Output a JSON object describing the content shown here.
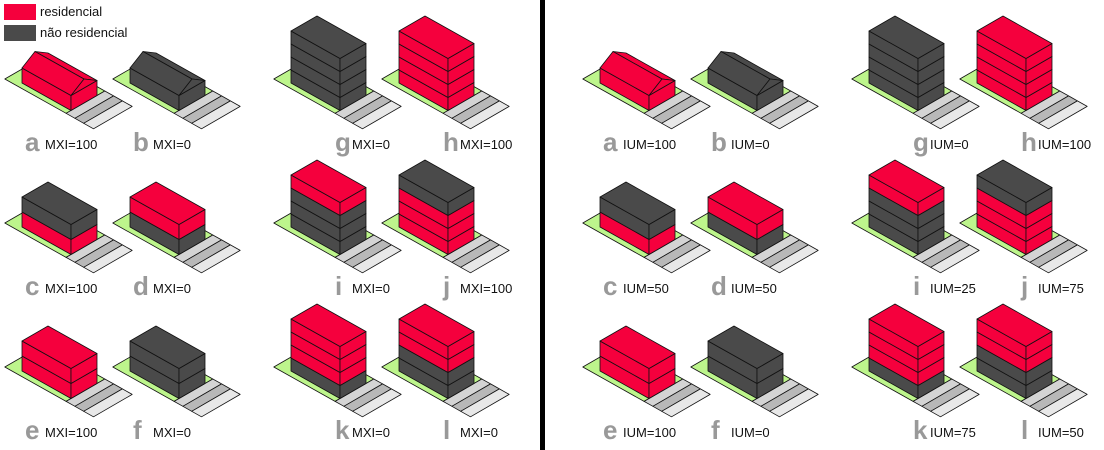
{
  "legend": [
    {
      "label": "residencial",
      "color": "#f5003d"
    },
    {
      "label": "não residencial",
      "color": "#4a4a4a"
    }
  ],
  "colors": {
    "residencial": "#f5003d",
    "nao_residencial": "#4a4a4a",
    "lot": "#bdf58c",
    "sidewalk": [
      "#d4d4d4",
      "#b8b8b8",
      "#e8e8e8"
    ],
    "outline": "#111111"
  },
  "panels": [
    {
      "buildings": [
        {
          "letter": "a",
          "label": "MXI=100",
          "floors": [
            "r"
          ],
          "roof": "gable"
        },
        {
          "letter": "b",
          "label": "MXI=0",
          "floors": [
            "n"
          ],
          "roof": "gable"
        },
        {
          "letter": "g",
          "label": "MXI=0",
          "floors": [
            "n",
            "n",
            "n",
            "n"
          ],
          "roof": "flat"
        },
        {
          "letter": "h",
          "label": "MXI=100",
          "floors": [
            "r",
            "r",
            "r",
            "r"
          ],
          "roof": "flat"
        },
        {
          "letter": "c",
          "label": "MXI=100",
          "floors": [
            "r",
            "n"
          ],
          "roof": "flat"
        },
        {
          "letter": "d",
          "label": "MXI=0",
          "floors": [
            "n",
            "r"
          ],
          "roof": "flat"
        },
        {
          "letter": "i",
          "label": "MXI=0",
          "floors": [
            "n",
            "n",
            "n",
            "r"
          ],
          "roof": "flat"
        },
        {
          "letter": "j",
          "label": "MXI=100",
          "floors": [
            "r",
            "r",
            "r",
            "n"
          ],
          "roof": "flat"
        },
        {
          "letter": "e",
          "label": "MXI=100",
          "floors": [
            "r",
            "r"
          ],
          "roof": "flat"
        },
        {
          "letter": "f",
          "label": "MXI=0",
          "floors": [
            "n",
            "n"
          ],
          "roof": "flat"
        },
        {
          "letter": "k",
          "label": "MXI=0",
          "floors": [
            "n",
            "r",
            "r",
            "r"
          ],
          "roof": "flat"
        },
        {
          "letter": "l",
          "label": "MXI=0",
          "floors": [
            "n",
            "n",
            "r",
            "r"
          ],
          "roof": "flat"
        }
      ]
    },
    {
      "buildings": [
        {
          "letter": "a",
          "label": "IUM=100",
          "floors": [
            "r"
          ],
          "roof": "gable"
        },
        {
          "letter": "b",
          "label": "IUM=0",
          "floors": [
            "n"
          ],
          "roof": "gable"
        },
        {
          "letter": "g",
          "label": "IUM=0",
          "floors": [
            "n",
            "n",
            "n",
            "n"
          ],
          "roof": "flat"
        },
        {
          "letter": "h",
          "label": "IUM=100",
          "floors": [
            "r",
            "r",
            "r",
            "r"
          ],
          "roof": "flat"
        },
        {
          "letter": "c",
          "label": "IUM=50",
          "floors": [
            "r",
            "n"
          ],
          "roof": "flat"
        },
        {
          "letter": "d",
          "label": "IUM=50",
          "floors": [
            "n",
            "r"
          ],
          "roof": "flat"
        },
        {
          "letter": "i",
          "label": "IUM=25",
          "floors": [
            "n",
            "n",
            "n",
            "r"
          ],
          "roof": "flat"
        },
        {
          "letter": "j",
          "label": "IUM=75",
          "floors": [
            "r",
            "r",
            "r",
            "n"
          ],
          "roof": "flat"
        },
        {
          "letter": "e",
          "label": "IUM=100",
          "floors": [
            "r",
            "r"
          ],
          "roof": "flat"
        },
        {
          "letter": "f",
          "label": "IUM=0",
          "floors": [
            "n",
            "n"
          ],
          "roof": "flat"
        },
        {
          "letter": "k",
          "label": "IUM=75",
          "floors": [
            "n",
            "r",
            "r",
            "r"
          ],
          "roof": "flat"
        },
        {
          "letter": "l",
          "label": "IUM=50",
          "floors": [
            "n",
            "n",
            "r",
            "r"
          ],
          "roof": "flat"
        }
      ]
    }
  ]
}
